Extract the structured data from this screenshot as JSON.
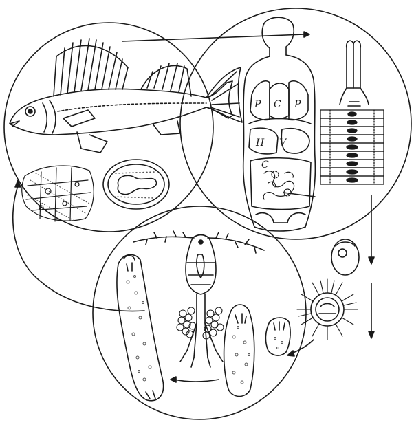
{
  "diagram": {
    "organ_labels": {
      "p_left": "P",
      "c_center": "C",
      "p_right": "P",
      "h": "H",
      "v": "V",
      "c_lower": "C"
    },
    "panels": [
      "fish-host",
      "human-host",
      "copepod-host"
    ],
    "colors": {
      "ink": "#1a1a1a",
      "paper": "#ffffff",
      "light_ink": "#555555"
    }
  }
}
